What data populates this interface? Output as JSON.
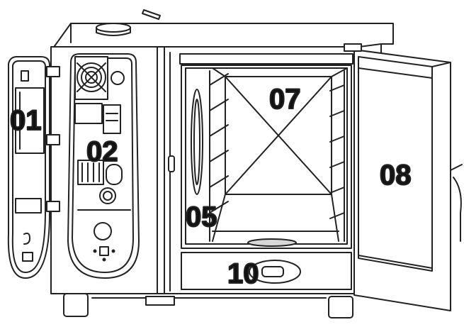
{
  "callouts": [
    {
      "id": "01",
      "text": "01"
    },
    {
      "id": "02",
      "text": "02"
    },
    {
      "id": "05",
      "text": "05"
    },
    {
      "id": "07",
      "text": "07"
    },
    {
      "id": "08",
      "text": "08"
    },
    {
      "id": "10",
      "text": "10"
    }
  ],
  "colors": {
    "line": "#222222",
    "fill": "#ffffff",
    "shade": "#d8d8d8",
    "label": "#111111"
  }
}
